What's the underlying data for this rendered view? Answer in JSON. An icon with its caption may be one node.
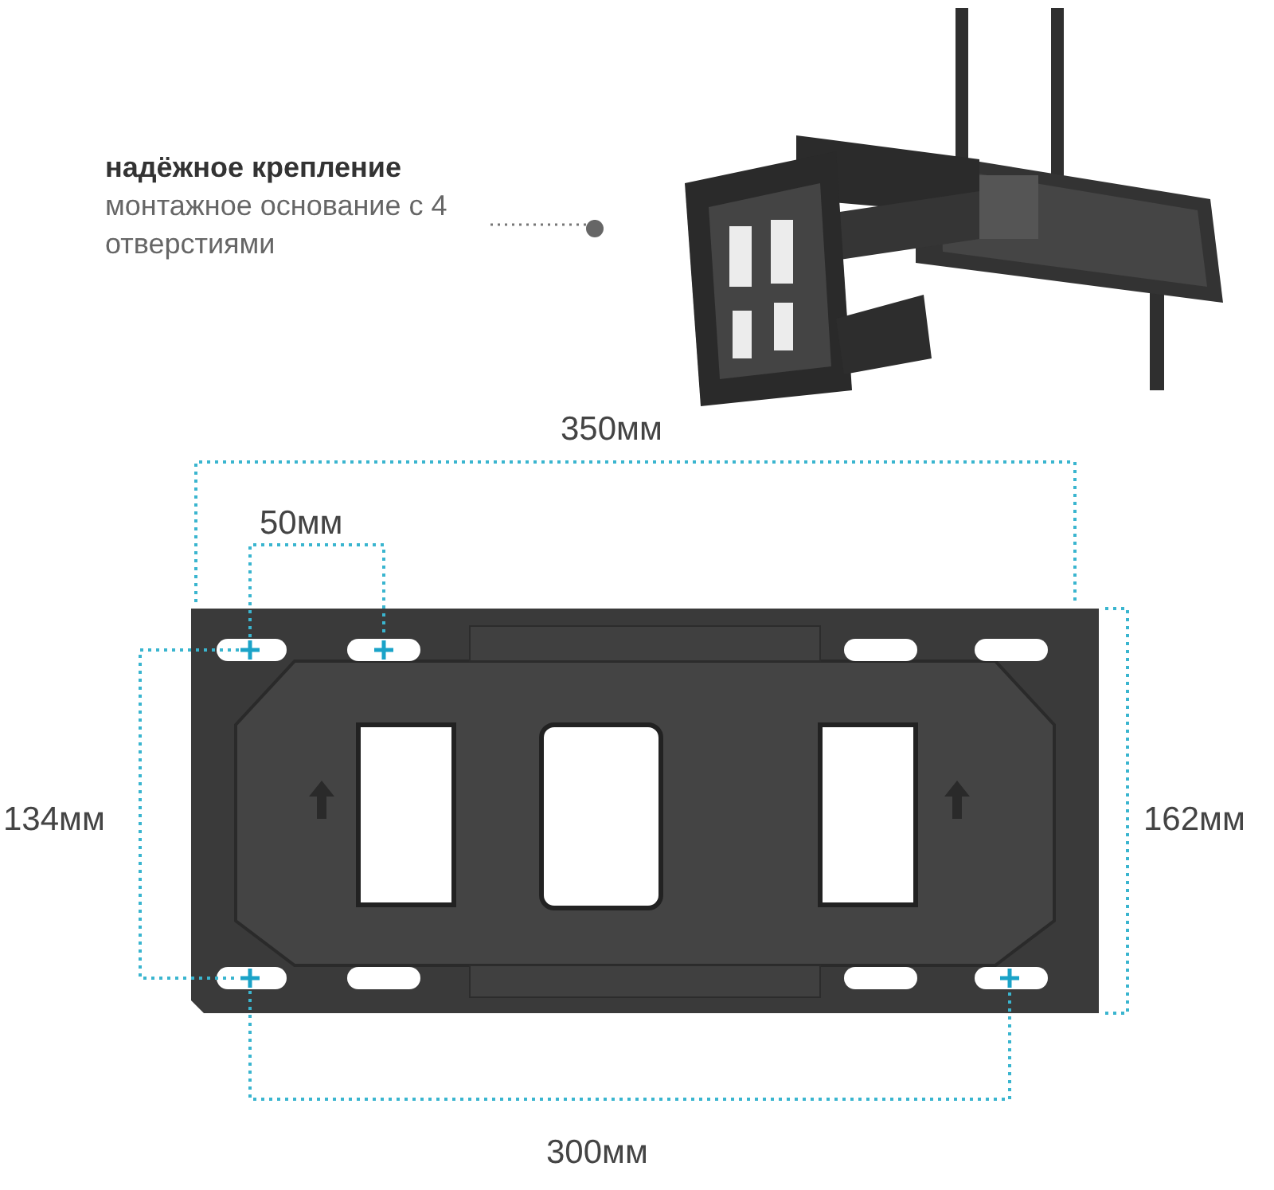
{
  "diagram": {
    "nodes": [
      {
        "text": [
          "надёжное крепление",
          "монтажное основание с 4 отверстиями"
        ]
      },
      {
        "text": [],
        "shape": "circle"
      }
    ],
    "edges": [
      {
        "from": 0,
        "to": 1,
        "arrow": "none",
        "style": "dashed"
      }
    ],
    "labels": [
      "350мм",
      "50мм",
      "134мм",
      "162мм",
      "300мм"
    ]
  }
}
